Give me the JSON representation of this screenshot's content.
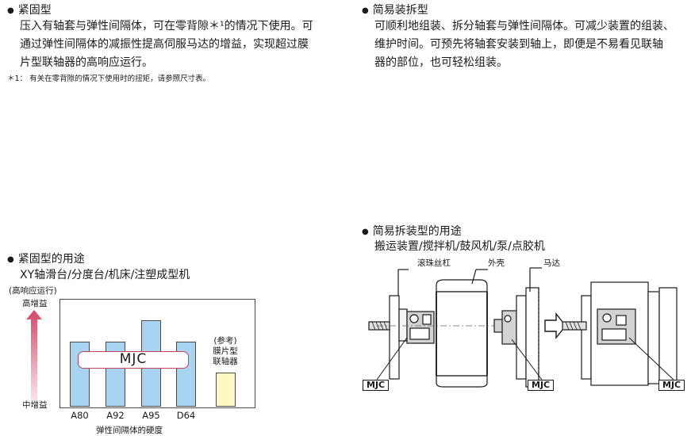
{
  "clamp": {
    "heading": "紧固型",
    "lines": [
      "压入有轴套与弹性间隔体，可在零背隙＊¹的情况下使用。可",
      "通过弹性间隔体的减振性提高伺服马达的增益，实现超过膜",
      "片型联轴器的高响应运行。"
    ],
    "note": "＊1：  有关在零背隙的情况下使用时的扭矩，请参照尺寸表。"
  },
  "easy": {
    "heading": "简易装拆型",
    "lines": [
      "可顺利地组装、拆分轴套与弹性间隔体。可减少装置的组装、",
      "维护时间。可预先将轴套安装到轴上，即便是不易看见联轴",
      "器的部位，也可轻松组装。"
    ]
  },
  "clamp_use": {
    "heading": "紧固型的用途",
    "apps": "XY轴滑台/分度台/机床/注塑成型机"
  },
  "easy_use": {
    "heading": "简易拆装型的用途",
    "apps": "搬运装置/搅拌机/鼓风机/泵/点胶机",
    "labels": {
      "screw": "滚珠丝杠",
      "housing": "外壳",
      "motor": "马达",
      "mjc": "MJC"
    }
  },
  "chart_data": {
    "type": "bar",
    "title": "",
    "ylabel_top": "(高响应运行)",
    "y_high": "高增益",
    "y_low": "中增益",
    "xlabel": "弹性间隔体的硬度",
    "categories": [
      "A80",
      "A92",
      "A95",
      "D64"
    ],
    "values": [
      3,
      3,
      4,
      3
    ],
    "ylim": [
      0,
      5
    ],
    "band_label": "MJC",
    "reference": {
      "label_lines": [
        "(参考)",
        "膜片型",
        "联轴器"
      ],
      "value": 1
    },
    "colors": {
      "bar": "#a8d4f2",
      "reference": "#fff8c2",
      "band": "#c0435a"
    },
    "grid": false
  }
}
